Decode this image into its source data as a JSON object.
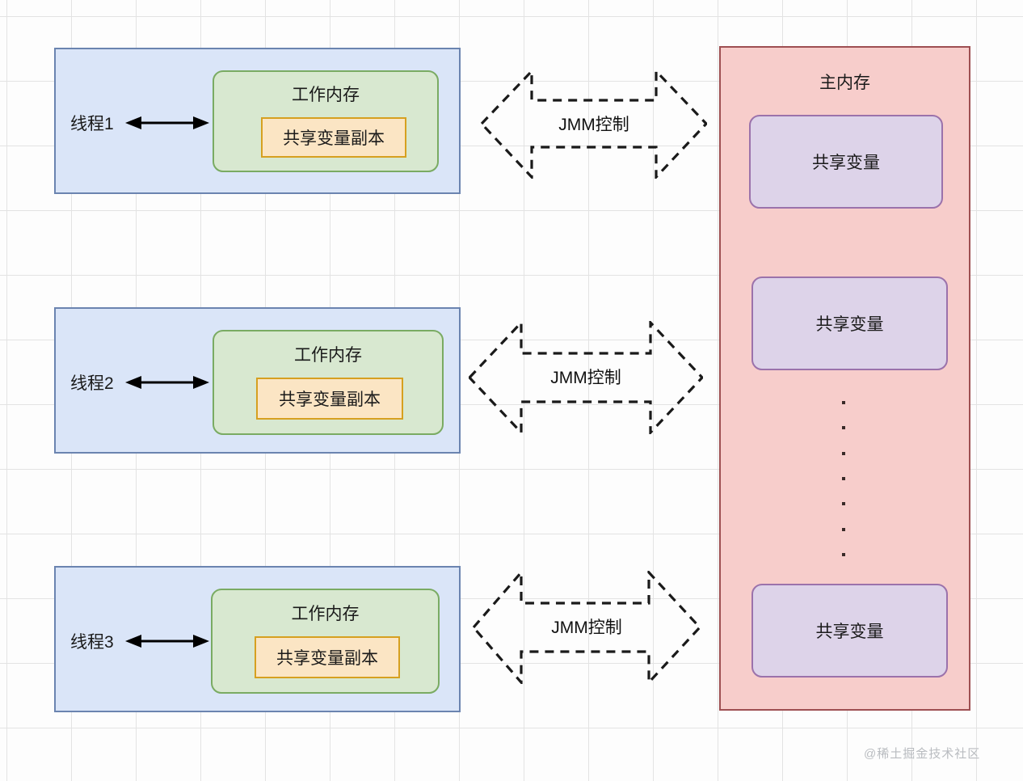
{
  "diagram": {
    "title": "Java Memory Model (JMM) shared variable diagram",
    "colors": {
      "thread_fill": "#dae5f8",
      "thread_stroke": "#6b84b0",
      "work_mem_fill": "#d8e8d0",
      "work_mem_stroke": "#7aab63",
      "var_copy_fill": "#fbe5c4",
      "var_copy_stroke": "#d6a020",
      "main_mem_fill": "#f7cdcb",
      "main_mem_stroke": "#9e4f52",
      "shared_var_fill": "#ddd3e9",
      "shared_var_stroke": "#9b72ab",
      "arrow_stroke": "#000000",
      "grid_line": "#e3e3e3",
      "watermark_text": "#b9bcc0"
    },
    "threads": [
      {
        "label": "线程1",
        "work_memory_title": "工作内存",
        "variable_copy": "共享变量副本"
      },
      {
        "label": "线程2",
        "work_memory_title": "工作内存",
        "variable_copy": "共享变量副本"
      },
      {
        "label": "线程3",
        "work_memory_title": "工作内存",
        "variable_copy": "共享变量副本"
      }
    ],
    "jmm_arrows": [
      {
        "label": "JMM控制"
      },
      {
        "label": "JMM控制"
      },
      {
        "label": "JMM控制"
      }
    ],
    "main_memory": {
      "title": "主内存",
      "shared_variables": [
        {
          "label": "共享变量"
        },
        {
          "label": "共享变量"
        },
        {
          "label": "共享变量"
        }
      ],
      "ellipsis_dots": 7
    },
    "watermark": "@稀土掘金技术社区"
  }
}
